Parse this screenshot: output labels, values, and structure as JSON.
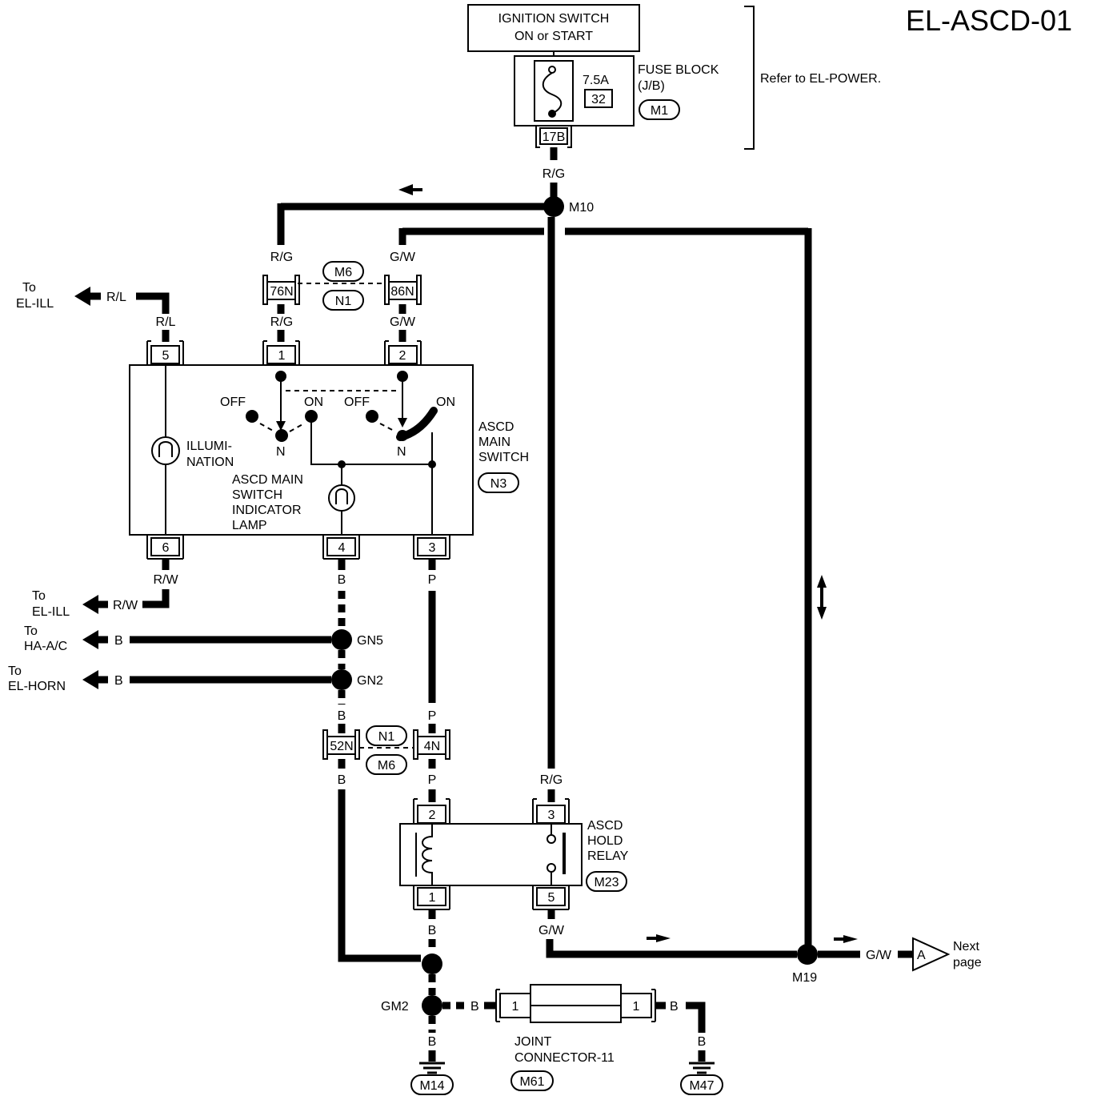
{
  "title": "EL-ASCD-01",
  "ignition": {
    "line1": "IGNITION SWITCH",
    "line2": "ON or START"
  },
  "fuse": {
    "amp": "7.5A",
    "num": "32",
    "name1": "FUSE BLOCK",
    "name2": "(J/B)",
    "conn": "M1",
    "terminal": "17B"
  },
  "refer": "Refer to EL-POWER.",
  "wires": {
    "rg": "R/G",
    "gw": "G/W",
    "rl": "R/L",
    "rw": "R/W",
    "b": "B",
    "p": "P"
  },
  "splices": {
    "m10": "M10",
    "gn5": "GN5",
    "gn2": "GN2",
    "m19": "M19",
    "gm2": "GM2"
  },
  "connectors": {
    "m6": "M6",
    "n1": "N1",
    "c76n": "76N",
    "c86n": "86N",
    "c52n": "52N",
    "c4n": "4N",
    "n3": "N3",
    "m23": "M23",
    "m14": "M14",
    "m61": "M61",
    "m47": "M47"
  },
  "pins": {
    "p1": "1",
    "p2": "2",
    "p3": "3",
    "p4": "4",
    "p5": "5",
    "p6": "6"
  },
  "switch": {
    "name": [
      "ASCD",
      "MAIN",
      "SWITCH"
    ],
    "off": "OFF",
    "on": "ON",
    "n": "N",
    "illum": [
      "ILLUMI-",
      "NATION"
    ],
    "lamp": [
      "ASCD MAIN",
      "SWITCH",
      "INDICATOR",
      "LAMP"
    ]
  },
  "relay": {
    "name": [
      "ASCD",
      "HOLD",
      "RELAY"
    ]
  },
  "destinations": {
    "to": "To",
    "el_ill": "EL-ILL",
    "ha_ac": "HA-A/C",
    "el_horn": "EL-HORN"
  },
  "joint": {
    "line1": "JOINT",
    "line2": "CONNECTOR-11"
  },
  "next": {
    "letter": "A",
    "line1": "Next",
    "line2": "page"
  }
}
